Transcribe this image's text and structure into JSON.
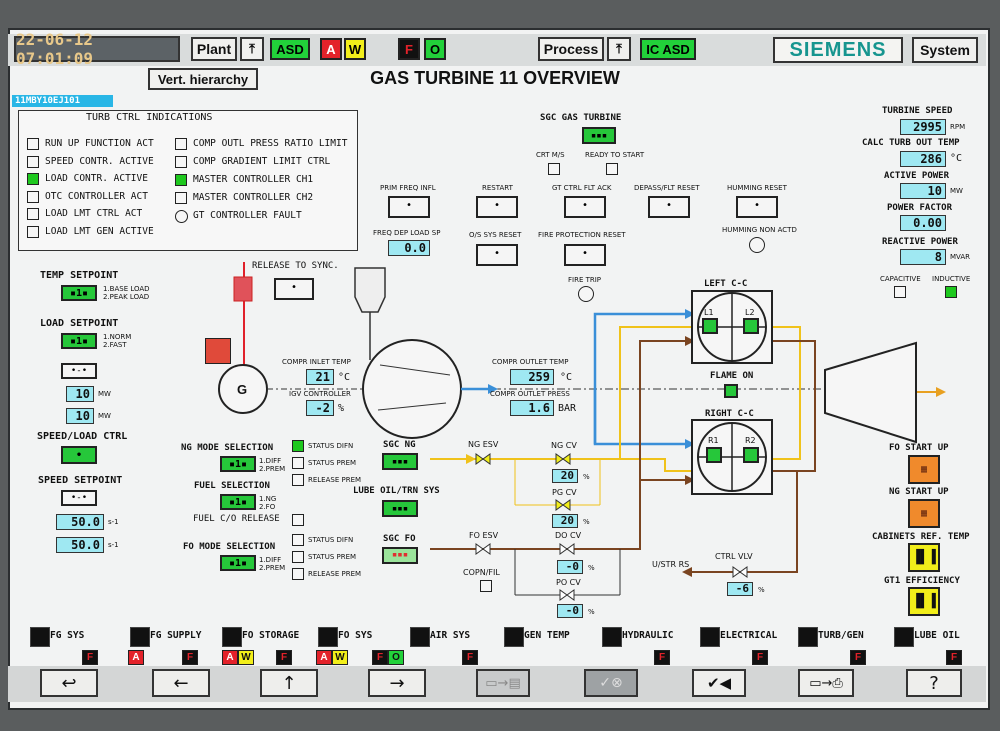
{
  "header": {
    "datetime": "22-06-12 07:01:09",
    "plant_label": "Plant",
    "asd_label": "ASD",
    "a_label": "A",
    "w_label": "W",
    "f_label": "F",
    "o_label": "O",
    "process_label": "Process",
    "ic_asd_label": "IC ASD",
    "brand": "SIEMENS",
    "system_label": "System",
    "vert_hierarchy": "Vert. hierarchy",
    "title": "GAS TURBINE 11 OVERVIEW",
    "tag": "11MBY10EJ101"
  },
  "turb_ctrl": {
    "title": "TURB CTRL INDICATIONS",
    "left": [
      {
        "label": "RUN UP FUNCTION ACT",
        "on": false
      },
      {
        "label": "SPEED CONTR. ACTIVE",
        "on": false
      },
      {
        "label": "LOAD CONTR. ACTIVE",
        "on": true
      },
      {
        "label": "OTC CONTROLLER ACT",
        "on": false
      },
      {
        "label": "LOAD LMT CTRL ACT",
        "on": false
      },
      {
        "label": "LOAD LMT GEN ACTIVE",
        "on": false
      }
    ],
    "right": [
      {
        "label": "COMP OUTL PRESS RATIO LIMIT",
        "on": false
      },
      {
        "label": "COMP GRADIENT LIMIT CTRL",
        "on": false
      },
      {
        "label": "MASTER CONTROLLER CH1",
        "on": true
      },
      {
        "label": "MASTER CONTROLLER CH2",
        "on": false
      },
      {
        "label": "GT CONTROLLER FAULT",
        "on": false
      }
    ]
  },
  "left_panel": {
    "temp_setpoint": "TEMP SETPOINT",
    "temp_opt1": "1.BASE LOAD",
    "temp_opt2": "2.PEAK LOAD",
    "load_setpoint": "LOAD SETPOINT",
    "load_opt1": "1.NORM",
    "load_opt2": "2.FAST",
    "mw1": "10",
    "mw2": "10",
    "mw_unit": "MW",
    "speed_load_ctrl": "SPEED/LOAD CTRL",
    "speed_setpoint": "SPEED SETPOINT",
    "s1": "50.0",
    "s2": "50.0",
    "s_unit": "s-1",
    "sel_value": "1"
  },
  "center": {
    "release_to_sync": "RELEASE TO SYNC.",
    "gen": "G",
    "compr_inlet_temp_label": "COMPR INLET TEMP",
    "compr_inlet_temp": "21",
    "degc": "°C",
    "igv_controller": "IGV CONTROLLER",
    "igv_value": "-2",
    "pct": "%",
    "sgc_gas_turbine": "SGC GAS TURBINE",
    "crt_ms": "CRT M/S",
    "ready_to_start": "READY TO START",
    "prim_freq_infl": "PRIM FREQ INFL",
    "restart": "RESTART",
    "gt_ctrl_flt_ack": "GT CTRL FLT ACK",
    "depass_flt_reset": "DEPASS/FLT RESET",
    "humming_reset": "HUMMING RESET",
    "freq_dep_load_sp": "FREQ DEP LOAD SP",
    "freq_dep_value": "0.0",
    "os_sys_reset": "O/S SYS RESET",
    "fire_protection_reset": "FIRE PROTECTION RESET",
    "humming_non_actd": "HUMMING NON ACTD",
    "fire_trip": "FIRE TRIP",
    "compr_outlet_temp_label": "COMPR OUTLET TEMP",
    "compr_outlet_temp": "259",
    "compr_outlet_press_label": "COMPR OUTLET PRESS",
    "compr_outlet_press": "1.6",
    "bar": "BAR",
    "left_cc": "LEFT C-C",
    "right_cc": "RIGHT C-C",
    "l1": "L1",
    "l2": "L2",
    "r1": "R1",
    "r2": "R2",
    "flame_on": "FLAME ON",
    "ng_mode_selection": "NG MODE SELECTION",
    "mode_opt1": "1.DIFF",
    "mode_opt2": "2.PREM",
    "status_difn": "STATUS DIFN",
    "status_prem": "STATUS PREM",
    "release_prem": "RELEASE PREM",
    "sgc_ng": "SGC NG",
    "lube_oil_trn_sys": "LUBE OIL/TRN SYS",
    "fuel_selection": "FUEL SELECTION",
    "fuel_opt1": "1.NG",
    "fuel_opt2": "2.FO",
    "fuel_co_release": "FUEL C/O RELEASE",
    "fo_mode_selection": "FO MODE SELECTION",
    "sgc_fo": "SGC FO",
    "ng_esv": "NG ESV",
    "ng_cv": "NG CV",
    "ng_cv_value": "20",
    "pg_cv": "PG CV",
    "pg_cv_value": "20",
    "fo_esv": "FO ESV",
    "do_cv": "DO CV",
    "do_cv_value": "-0",
    "po_cv": "PO CV",
    "po_cv_value": "-0",
    "copn_fil": "COPN/FIL",
    "u_str_rs": "U/STR RS",
    "ctrl_vlv": "CTRL VLV",
    "ctrl_vlv_value": "-6"
  },
  "right_panel": {
    "turbine_speed": "TURBINE SPEED",
    "turbine_speed_value": "2995",
    "rpm": "RPM",
    "calc_turb_out_temp": "CALC TURB OUT TEMP",
    "calc_turb_value": "286",
    "degc": "°C",
    "active_power": "ACTIVE POWER",
    "active_power_value": "10",
    "mw": "MW",
    "power_factor": "POWER FACTOR",
    "power_factor_value": "0.00",
    "reactive_power": "REACTIVE POWER",
    "reactive_power_value": "8",
    "mvar": "MVAR",
    "capacitive": "CAPACITIVE",
    "inductive": "INDUCTIVE",
    "fo_start_up": "FO START UP",
    "ng_start_up": "NG START UP",
    "cabinets_ref_temp": "CABINETS REF. TEMP",
    "gt1_efficiency": "GT1 EFFICIENCY"
  },
  "systems": [
    "FG SYS",
    "FG SUPPLY",
    "FO STORAGE",
    "FO SYS",
    "AIR SYS",
    "GEN TEMP",
    "HYDRAULIC",
    "ELECTRICAL",
    "TURB/GEN",
    "LUBE OIL"
  ],
  "colors": {
    "green": "#26c73a",
    "cyan": "#9fe8f2",
    "red": "#e0202a",
    "yellow": "#f2ee1a",
    "gas": "#f0c21a",
    "air": "#3a8fd8",
    "oil": "#7a4420",
    "orange": "#f08a2c"
  }
}
